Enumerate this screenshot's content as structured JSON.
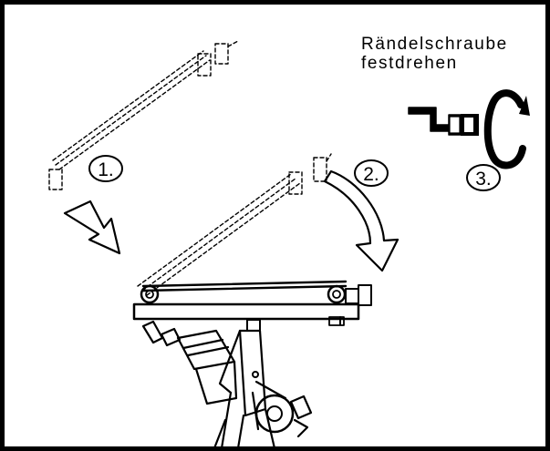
{
  "instruction": {
    "line1": "Rändelschraube",
    "line2": "festdrehen"
  },
  "steps": [
    {
      "label": "1."
    },
    {
      "label": "2."
    },
    {
      "label": "3."
    }
  ],
  "icons": [
    "tripod-icon",
    "knurled-screw-icon",
    "rotate-clockwise-icon",
    "arrow-icon"
  ],
  "colors": {
    "line": "#000000",
    "background": "#ffffff"
  }
}
